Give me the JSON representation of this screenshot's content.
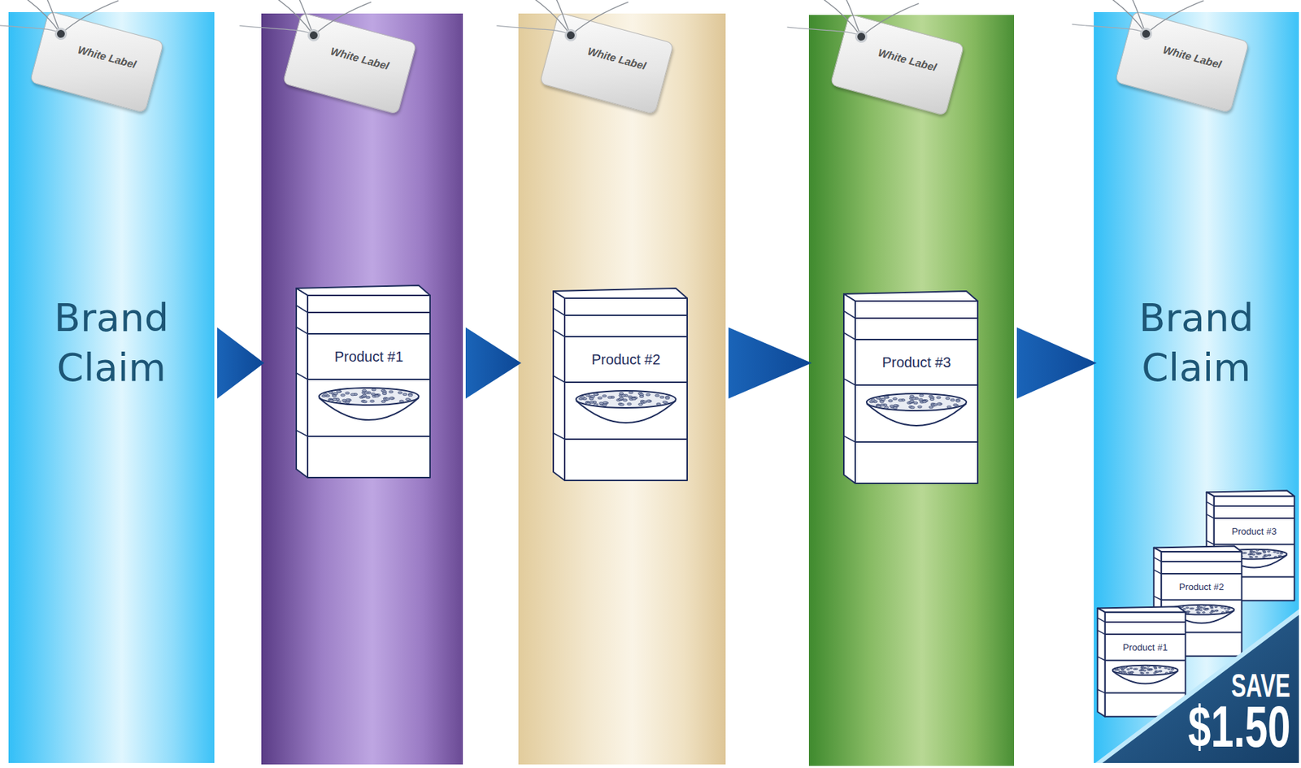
{
  "diagram": {
    "nodes": [
      {
        "text": [
          "Brand Claim"
        ]
      },
      {
        "text": [
          "White Label"
        ],
        "in": 0
      },
      {
        "text": []
      },
      {
        "text": [
          "White Label"
        ],
        "in": 2
      },
      {
        "text": [
          "Product #1"
        ],
        "in": 2
      },
      {
        "text": []
      },
      {
        "text": [
          "White Label"
        ],
        "in": 5
      },
      {
        "text": [
          "Product #2"
        ],
        "in": 5
      },
      {
        "text": []
      },
      {
        "text": [
          "White Label"
        ],
        "in": 8
      },
      {
        "text": [
          "Product #3"
        ],
        "in": 8
      },
      {
        "text": [
          "Brand Claim"
        ]
      },
      {
        "text": [
          "White Label"
        ],
        "in": 11
      },
      {
        "text": [
          "Product #1"
        ],
        "in": 11
      },
      {
        "text": [
          "Product #2"
        ],
        "in": 11
      },
      {
        "text": [
          "Product #3"
        ],
        "in": 11
      },
      {
        "text": [
          "SAVE",
          "$1.50"
        ],
        "in": 11
      }
    ],
    "edges": [
      {
        "from": 0,
        "to": 2,
        "arrow": "to"
      },
      {
        "from": 2,
        "to": 5,
        "arrow": "to"
      },
      {
        "from": 5,
        "to": 8,
        "arrow": "to"
      },
      {
        "from": 8,
        "to": 11,
        "arrow": "to"
      }
    ]
  }
}
